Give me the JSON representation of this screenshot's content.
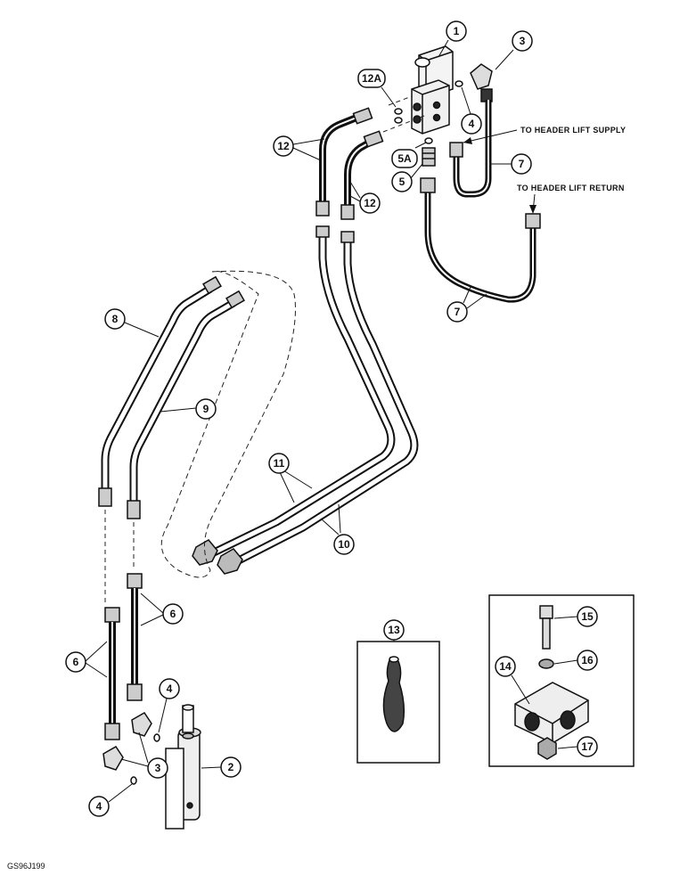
{
  "callouts": {
    "c1": "1",
    "c3a": "3",
    "c12a": "12A",
    "c4a": "4",
    "c7a": "7",
    "c12a_left": "12",
    "c5a": "5A",
    "c5": "5",
    "c12b": "12",
    "c7b": "7",
    "c8": "8",
    "c9": "9",
    "c11": "11",
    "c10": "10",
    "c6a": "6",
    "c6b": "6",
    "c13": "13",
    "c15": "15",
    "c14": "14",
    "c16": "16",
    "c4b": "4",
    "c17": "17",
    "c2": "2",
    "c3b": "3",
    "c4c": "4"
  },
  "labels": {
    "supply": "TO HEADER LIFT SUPPLY",
    "return": "TO HEADER LIFT RETURN"
  },
  "figure_code": "GS96J199"
}
